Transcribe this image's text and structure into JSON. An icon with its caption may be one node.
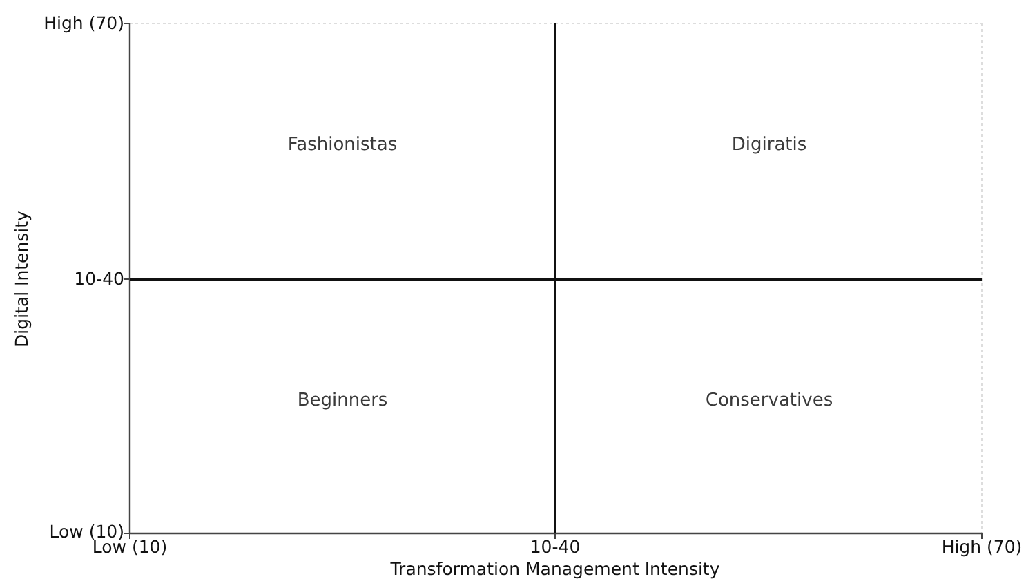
{
  "diagram": {
    "labels": [
      "High (70)",
      "Fashionistas",
      "Digiratis",
      "Digital Intensity",
      "10-40",
      "Beginners",
      "Conservatives",
      "Low (10)",
      "Low (10)",
      "10-40",
      "High (70)",
      "Transformation Management Intensity"
    ]
  }
}
